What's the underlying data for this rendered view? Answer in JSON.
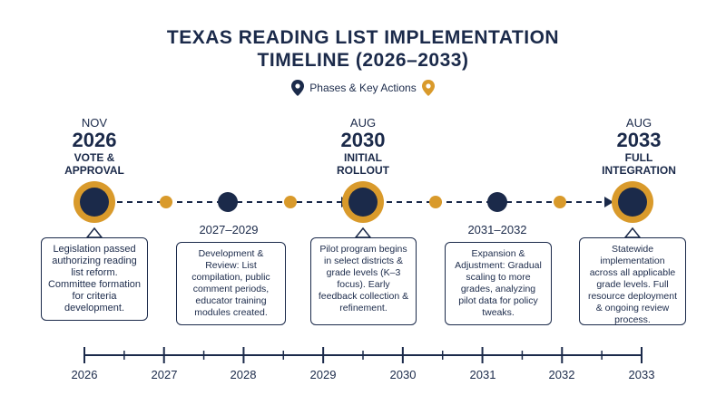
{
  "title": {
    "line1": "TEXAS READING LIST IMPLEMENTATION",
    "line2": "TIMELINE (2026–2033)"
  },
  "legend": {
    "label": "Phases & Key Actions",
    "left_icon": "location-pin-icon",
    "right_icon": "location-pin-icon"
  },
  "colors": {
    "navy": "#1b2a4a",
    "gold": "#d99a2b"
  },
  "milestones": [
    {
      "month": "NOV",
      "year": "2026",
      "label_line1": "VOTE &",
      "label_line2": "APPROVAL"
    },
    {
      "month": "AUG",
      "year": "2030",
      "label_line1": "INITIAL",
      "label_line2": "ROLLOUT"
    },
    {
      "month": "AUG",
      "year": "2033",
      "label_line1": "FULL",
      "label_line2": "INTEGRATION"
    }
  ],
  "periods": [
    {
      "label": "2027–2029"
    },
    {
      "label": "2031–2032"
    }
  ],
  "boxes": [
    {
      "text": "Legislation passed authorizing reading list reform. Committee formation for criteria development."
    },
    {
      "text": "Development & Review: List compilation, public comment periods, educator training modules created."
    },
    {
      "text": "Pilot program begins in select districts & grade levels (K–3 focus). Early feedback collection & refinement."
    },
    {
      "text": "Expansion & Adjustment: Gradual scaling to more grades, analyzing pilot data for policy tweaks."
    },
    {
      "text": "Statewide implementation across all applicable grade levels. Full resource deployment & ongoing review process."
    }
  ],
  "axis": {
    "years": [
      "2026",
      "2027",
      "2028",
      "2029",
      "2030",
      "2031",
      "2032",
      "2033"
    ]
  }
}
